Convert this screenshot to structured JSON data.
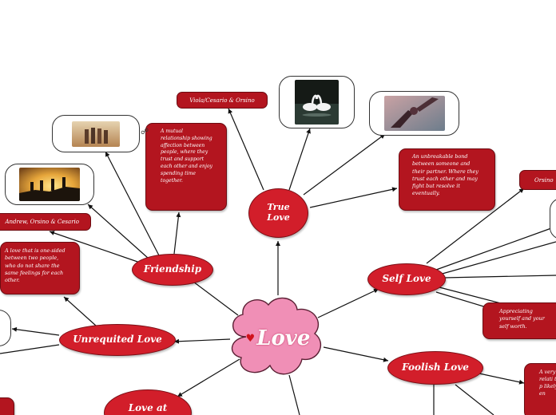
{
  "center": {
    "label": "Love",
    "heart": "heart-icon"
  },
  "nodes": {
    "true_love": "True Love",
    "friendship": "Friendship",
    "unrequited_love": "Unrequited Love",
    "self_love": "Self Love",
    "foolish_love": "Foolish Love",
    "love_at": "Love at"
  },
  "descriptions": {
    "friendship": "A mutual relationship showing affection between people, where they trust and support each other and enjoy spending time together.",
    "true_love": "An unbreakable bond between someone and their partner. Where they trust each other and may fight but resolve it eventually.",
    "unrequited": "A love that is one-sided between two people, who do not share the same feelings for each other.",
    "self_love": "Appreciating yourself and your self worth.",
    "foolish_fragment": "A very relati two p likely the en"
  },
  "tags": {
    "true_love": "Viola/Cesario & Orsino",
    "friendship": "Andrew, Orsino & Cesario",
    "self_love": "Orsino"
  },
  "images": [
    "swans-photo",
    "holding-hands-photo",
    "friends-sunset-photo",
    "friends-climbing-photo"
  ],
  "colors": {
    "accent": "#d21e2a",
    "center": "#f08fb6",
    "line": "#111111"
  }
}
